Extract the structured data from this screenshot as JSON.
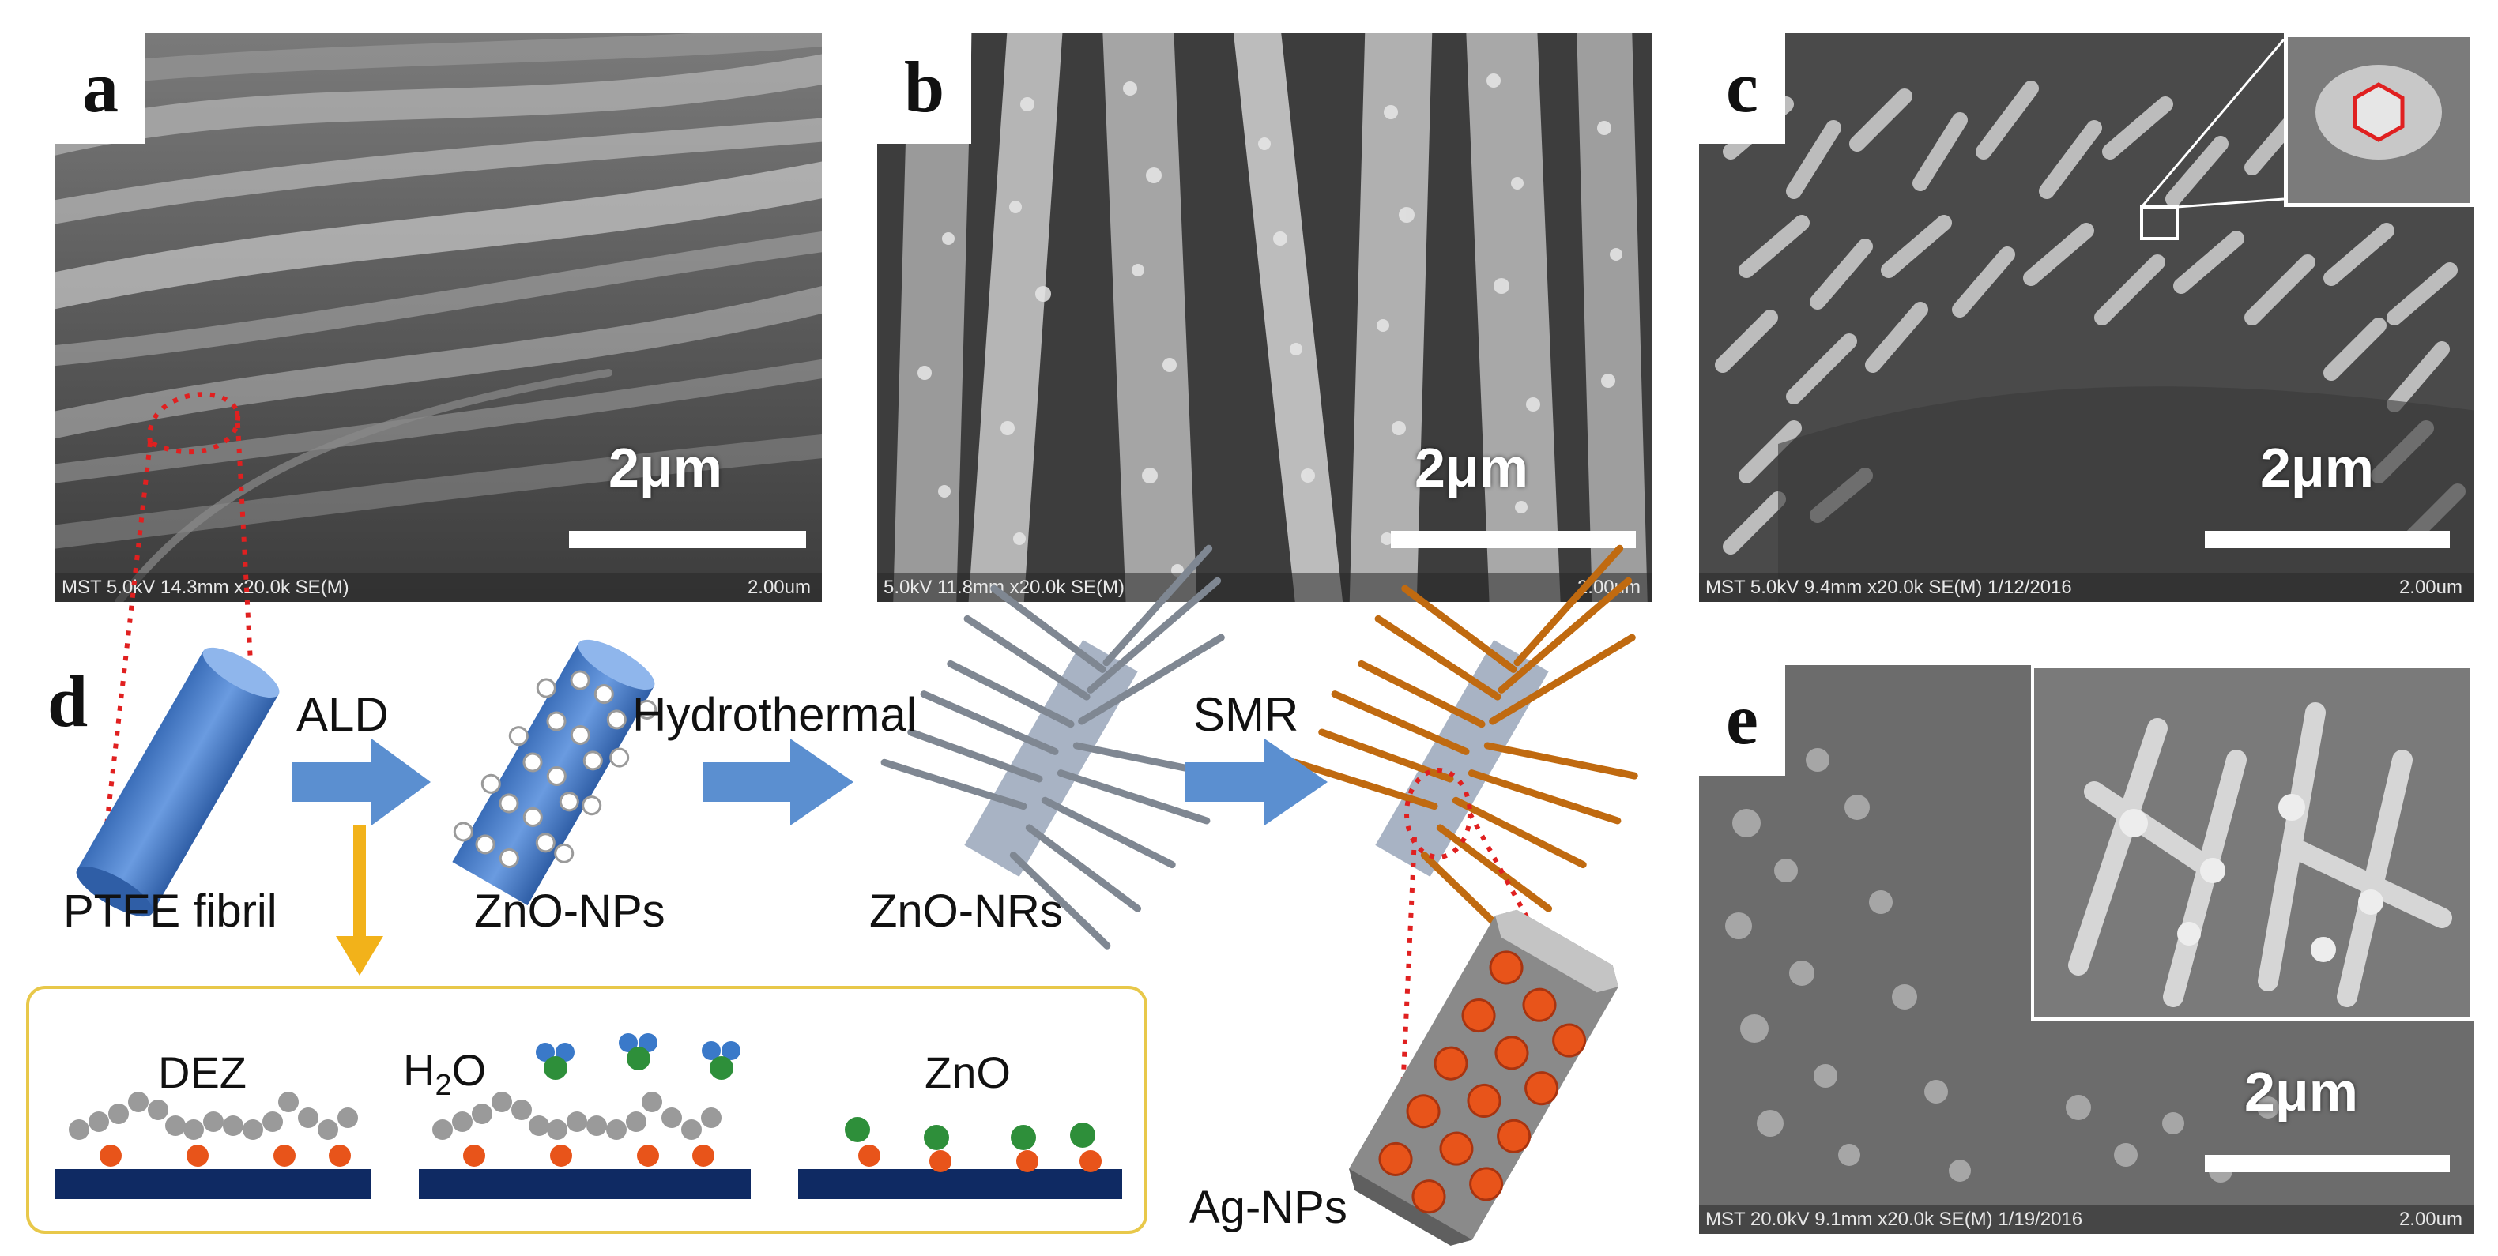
{
  "panels": {
    "a": {
      "label": "a",
      "scale": "2μm",
      "info_left": "MST 5.0kV 14.3mm x20.0k SE(M)",
      "info_right": "2.00um"
    },
    "b": {
      "label": "b",
      "scale": "2μm",
      "info_left": "5.0kV 11.8mm x20.0k SE(M)",
      "info_right": "2.00um"
    },
    "c": {
      "label": "c",
      "scale": "2μm",
      "info_left": "MST 5.0kV 9.4mm x20.0k SE(M) 1/12/2016",
      "info_right": "2.00um"
    },
    "e": {
      "label": "e",
      "scale": "2μm",
      "info_left": "MST 20.0kV 9.1mm x20.0k SE(M) 1/19/2016",
      "info_right": "2.00um"
    }
  },
  "schematic": {
    "label": "d",
    "steps": [
      "ALD",
      "Hydrothermal",
      "SMR"
    ],
    "items": [
      "PTFE fibril",
      "ZnO-NPs",
      "ZnO-NRs",
      "Ag-NPs"
    ],
    "ald_box": {
      "dez": "DEZ",
      "h2o": "H",
      "h2o_sub": "2",
      "h2o_tail": "O",
      "zno": "ZnO"
    }
  },
  "colors": {
    "fibril": "#4a7fc8",
    "arrow": "#5b8fd0",
    "yellow_arrow": "#f2b21a",
    "box_border": "#e8c84a",
    "substrate": "#0f2a63",
    "zn_atom": "#e8541a",
    "ligand": "#9a9a9a",
    "oxygen": "#2e8f3a",
    "hydrogen": "#3a79c9",
    "nanorod_gray": "#7f8792",
    "nanorod_brown": "#c06a10",
    "dotted": "#e02020"
  }
}
